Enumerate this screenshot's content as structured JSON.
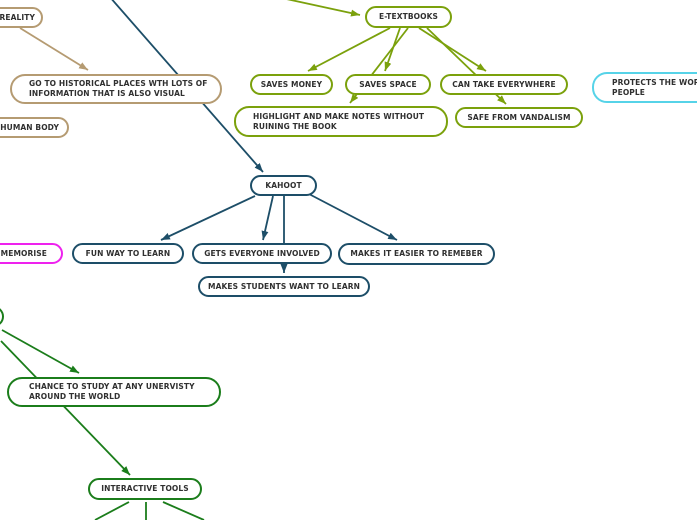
{
  "app": {
    "type": "mind-map-canvas"
  },
  "colors": {
    "olive_branch": "#7ba10c",
    "navy_branch": "#1d4e68",
    "tan_branch": "#b59b72",
    "magenta_branch": "#ee22ee",
    "cyan_branch": "#56d3e8",
    "green_branch": "#1b7d1b",
    "node_fill": "#ffffff",
    "node_text": "#303030"
  },
  "nodes": [
    {
      "id": "reality",
      "label": "REALITY",
      "branch": "tan"
    },
    {
      "id": "e-textbooks",
      "label": "E-TEXTBOOKS",
      "branch": "olive"
    },
    {
      "id": "go-historical",
      "label": "GO TO HISTORICAL PLACES WTH LOTS OF\nINFORMATION THAT IS ALSO VISUAL",
      "branch": "tan"
    },
    {
      "id": "human-body",
      "label": "HUMAN BODY",
      "branch": "tan"
    },
    {
      "id": "saves-money",
      "label": "SAVES MONEY",
      "branch": "olive"
    },
    {
      "id": "saves-space",
      "label": "SAVES SPACE",
      "branch": "olive"
    },
    {
      "id": "can-take-everywhere",
      "label": "CAN TAKE EVERYWHERE",
      "branch": "olive"
    },
    {
      "id": "protects-work",
      "label": "PROTECTS THE WORK\nPEOPLE",
      "branch": "cyan"
    },
    {
      "id": "highlight-notes",
      "label": "HIGHLIGHT AND MAKE NOTES WITHOUT\nRUINING THE BOOK",
      "branch": "olive"
    },
    {
      "id": "safe-vandalism",
      "label": "SAFE FROM VANDALISM",
      "branch": "olive"
    },
    {
      "id": "kahoot",
      "label": "KAHOOT",
      "branch": "navy"
    },
    {
      "id": "memorise",
      "label": "S MEMORISE",
      "branch": "magenta"
    },
    {
      "id": "fun-way",
      "label": "FUN WAY TO LEARN",
      "branch": "navy"
    },
    {
      "id": "gets-everyone",
      "label": "GETS EVERYONE INVOLVED",
      "branch": "navy"
    },
    {
      "id": "easier-remember",
      "label": "MAKES IT EASIER TO REMEBER",
      "branch": "navy"
    },
    {
      "id": "students-want",
      "label": "MAKES STUDENTS WANT TO LEARN",
      "branch": "navy"
    },
    {
      "id": "chance-study",
      "label": "CHANCE TO STUDY AT ANY UNERVISTY\nAROUND THE WORLD",
      "branch": "green"
    },
    {
      "id": "interactive-tools",
      "label": "INTERACTIVE TOOLS",
      "branch": "green"
    },
    {
      "id": "offscreen-green",
      "label": "",
      "branch": "green"
    }
  ],
  "edges": [
    {
      "from": "offscreen-top",
      "to": "e-textbooks",
      "branch": "olive"
    },
    {
      "from": "e-textbooks",
      "to": "saves-money",
      "branch": "olive"
    },
    {
      "from": "e-textbooks",
      "to": "saves-space",
      "branch": "olive"
    },
    {
      "from": "e-textbooks",
      "to": "highlight-notes",
      "branch": "olive"
    },
    {
      "from": "e-textbooks",
      "to": "can-take-everywhere",
      "branch": "olive"
    },
    {
      "from": "e-textbooks",
      "to": "safe-vandalism",
      "branch": "olive"
    },
    {
      "from": "reality",
      "to": "go-historical",
      "branch": "tan"
    },
    {
      "from": "offscreen-top-left",
      "to": "kahoot",
      "branch": "navy"
    },
    {
      "from": "kahoot",
      "to": "fun-way",
      "branch": "navy"
    },
    {
      "from": "kahoot",
      "to": "gets-everyone",
      "branch": "navy"
    },
    {
      "from": "kahoot",
      "to": "students-want",
      "branch": "navy"
    },
    {
      "from": "kahoot",
      "to": "easier-remember",
      "branch": "navy"
    },
    {
      "from": "offscreen-green",
      "to": "chance-study",
      "branch": "green"
    },
    {
      "from": "offscreen-green",
      "to": "interactive-tools",
      "branch": "green"
    },
    {
      "from": "interactive-tools",
      "to": "offscreen-bottom-1",
      "branch": "green"
    },
    {
      "from": "interactive-tools",
      "to": "offscreen-bottom-2",
      "branch": "green"
    },
    {
      "from": "interactive-tools",
      "to": "offscreen-bottom-3",
      "branch": "green"
    }
  ]
}
